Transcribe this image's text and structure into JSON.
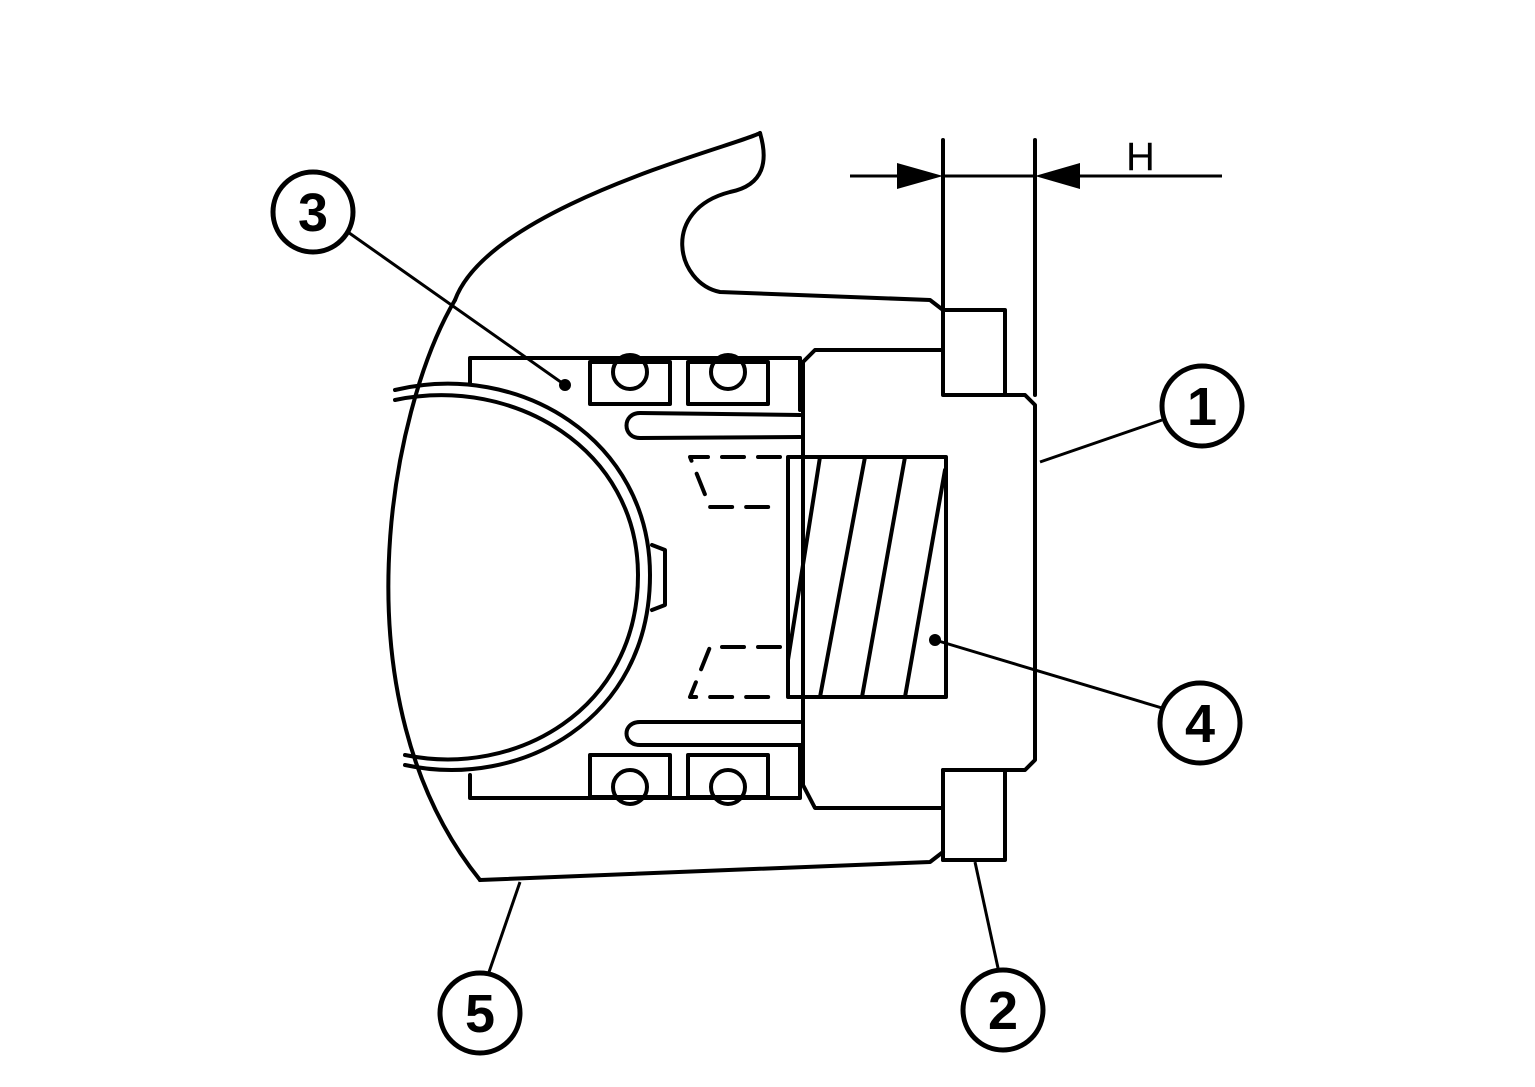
{
  "dimension": {
    "label": "H"
  },
  "callouts": [
    {
      "id": "c1",
      "label": "1"
    },
    {
      "id": "c2",
      "label": "2"
    },
    {
      "id": "c3",
      "label": "3"
    },
    {
      "id": "c4",
      "label": "4"
    },
    {
      "id": "c5",
      "label": "5"
    }
  ]
}
